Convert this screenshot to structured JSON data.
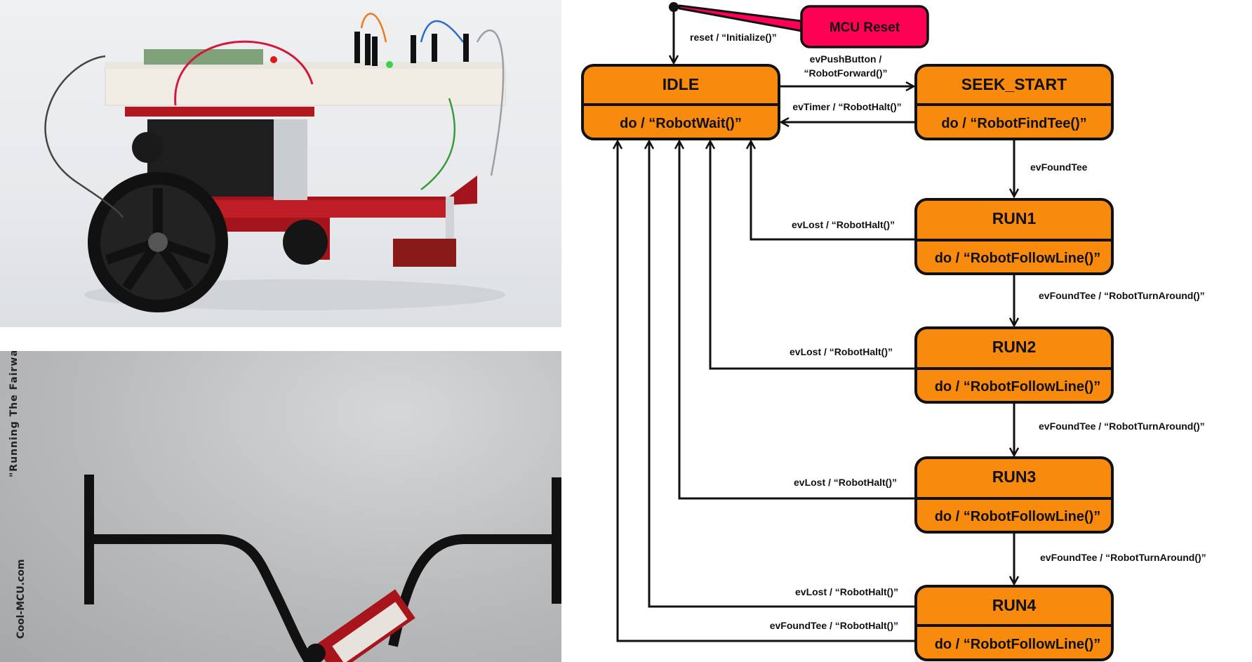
{
  "photos": {
    "robot": {
      "alt": "Line-following robot with breadboard, red chassis and black wheels"
    },
    "track": {
      "alt": "Top view of robot following a black line track between two T markers",
      "caption_vertical": "\"Running The Fairway\"",
      "watermark": "Cool-MCU.com"
    }
  },
  "diagram": {
    "colors": {
      "state_fill": "#f88a0e",
      "state_stroke": "#111111",
      "callout_fill": "#ff0055",
      "line": "#111111"
    },
    "initial_callout": "MCU Reset",
    "states": [
      {
        "id": "idle",
        "name": "IDLE",
        "activity": "do / “RobotWait()”"
      },
      {
        "id": "seek_start",
        "name": "SEEK_START",
        "activity": "do / “RobotFindTee()”"
      },
      {
        "id": "run1",
        "name": "RUN1",
        "activity": "do / “RobotFollowLine()”"
      },
      {
        "id": "run2",
        "name": "RUN2",
        "activity": "do / “RobotFollowLine()”"
      },
      {
        "id": "run3",
        "name": "RUN3",
        "activity": "do / “RobotFollowLine()”"
      },
      {
        "id": "run4",
        "name": "RUN4",
        "activity": "do / “RobotFollowLine()”"
      }
    ],
    "transitions": [
      {
        "from": "initial",
        "to": "idle",
        "label": "reset / “Initialize()”"
      },
      {
        "from": "idle",
        "to": "seek_start",
        "label_line1": "evPushButton /",
        "label_line2": "“RobotForward()”"
      },
      {
        "from": "seek_start",
        "to": "idle",
        "label": "evTimer / “RobotHalt()”"
      },
      {
        "from": "seek_start",
        "to": "run1",
        "label": "evFoundTee"
      },
      {
        "from": "run1",
        "to": "idle",
        "label": "evLost / “RobotHalt()”"
      },
      {
        "from": "run1",
        "to": "run2",
        "label": "evFoundTee / “RobotTurnAround()”"
      },
      {
        "from": "run2",
        "to": "idle",
        "label": "evLost / “RobotHalt()”"
      },
      {
        "from": "run2",
        "to": "run3",
        "label": "evFoundTee / “RobotTurnAround()”"
      },
      {
        "from": "run3",
        "to": "idle",
        "label": "evLost / “RobotHalt()”"
      },
      {
        "from": "run3",
        "to": "run4",
        "label": "evFoundTee / “RobotTurnAround()”"
      },
      {
        "from": "run4",
        "to": "idle",
        "label": "evLost / “RobotHalt()”"
      },
      {
        "from": "run4",
        "to": "idle",
        "label": "evFoundTee / “RobotHalt()”"
      }
    ]
  }
}
